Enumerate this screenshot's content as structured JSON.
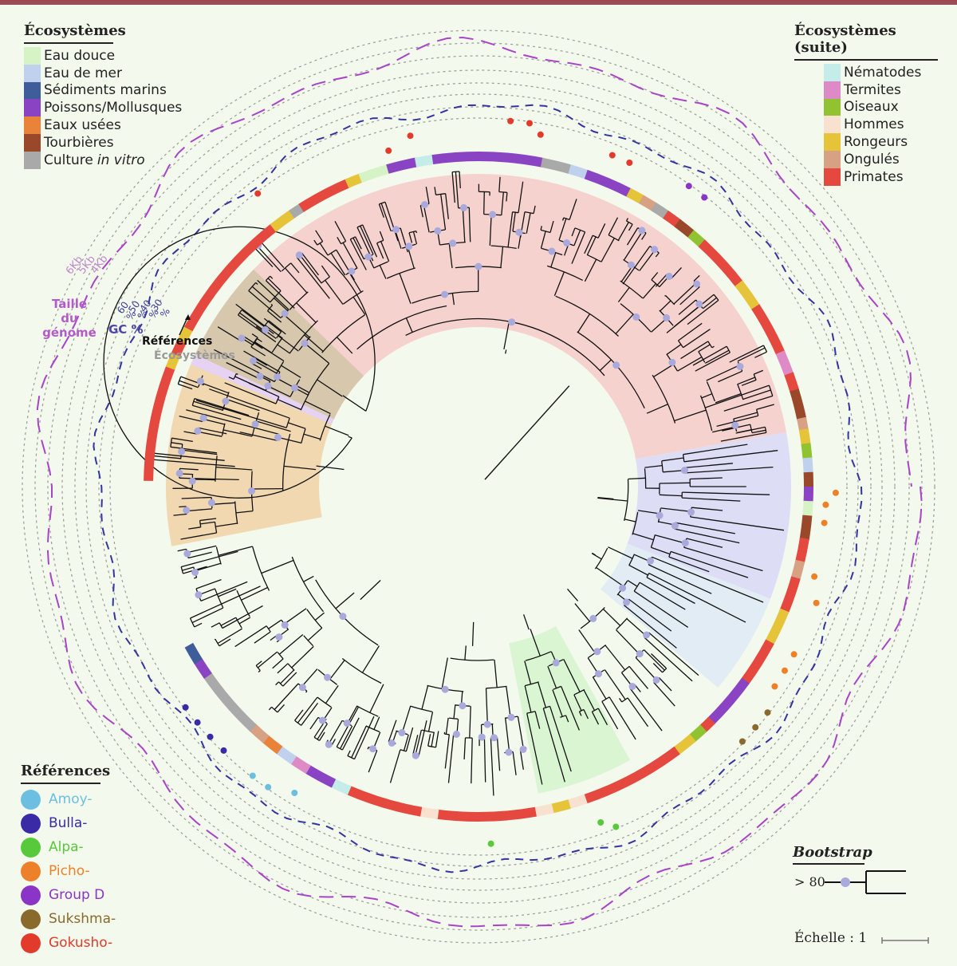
{
  "colors": {
    "background": "#f3f9ec",
    "branch": "#111111",
    "bootstrap_dot": "#a9a9dc",
    "gc_ring": "#3434a0",
    "size_ring": "#a844c8",
    "grid_ring": "#9a9a9a"
  },
  "ecosystems_legend": {
    "title": "Écosystèmes",
    "items": [
      {
        "label": "Eau douce",
        "color": "#d6f3c6"
      },
      {
        "label": "Eau de mer",
        "color": "#c0d1ee"
      },
      {
        "label": "Sédiments marins",
        "color": "#3f5c9b"
      },
      {
        "label": "Poissons/Mollusques",
        "color": "#8a43c2"
      },
      {
        "label": "Eaux usées",
        "color": "#ea833a"
      },
      {
        "label": "Tourbières",
        "color": "#99482a"
      },
      {
        "label": "Culture",
        "label_em": "in vitro",
        "color": "#a9a9a9"
      }
    ]
  },
  "ecosystems_legend_cont": {
    "title": "Écosystèmes (suite)",
    "items": [
      {
        "label": "Nématodes",
        "color": "#c4ece8"
      },
      {
        "label": "Termites",
        "color": "#dd8ac7"
      },
      {
        "label": "Oiseaux",
        "color": "#90c231"
      },
      {
        "label": "Hommes",
        "color": "#f8e1cf"
      },
      {
        "label": "Rongeurs",
        "color": "#e6c43a"
      },
      {
        "label": "Ongulés",
        "color": "#d7a183"
      },
      {
        "label": "Primates",
        "color": "#e4483e"
      }
    ]
  },
  "references_legend": {
    "title": "Références",
    "items": [
      {
        "label": "Amoy-",
        "color": "#6cbfe0"
      },
      {
        "label": "Bulla-",
        "color": "#3b2aa6"
      },
      {
        "label": "Alpa-",
        "color": "#58c93a"
      },
      {
        "label": "Picho-",
        "color": "#ed8129"
      },
      {
        "label": "Group D",
        "color": "#8a34c8"
      },
      {
        "label": "Sukshma-",
        "color": "#8a6a2c"
      },
      {
        "label": "Gokusho-",
        "color": "#e23b2c"
      }
    ]
  },
  "ring_labels": {
    "gc_title": "GC %",
    "gc_ticks": [
      "60 %",
      "50 %",
      "40 %",
      "30 %"
    ],
    "size_title_1": "Taille du",
    "size_title_2": "génome",
    "size_ticks": [
      "6Kb",
      "5Kb",
      "4Kb"
    ],
    "references": "Références",
    "ecosystems": "Écosystèmes"
  },
  "bootstrap": {
    "title": "Bootstrap",
    "threshold": "> 80"
  },
  "scale": {
    "label": "Échelle : 1"
  },
  "tree": {
    "clades": [
      {
        "name": "group-d",
        "color": "#e6d2f2",
        "start": 192,
        "end": 211
      },
      {
        "name": "gokusho",
        "color": "#f6d2cf",
        "start": 211,
        "end": 350
      },
      {
        "name": "bullavirinae",
        "color": "#ddddf5",
        "start": 350,
        "end": 381
      },
      {
        "name": "amoy",
        "color": "#e2ecf4",
        "start": 381,
        "end": 400
      },
      {
        "name": "alpa",
        "color": "#daf5d2",
        "start": 421,
        "end": 439
      },
      {
        "name": "picho",
        "color": "#f2d8b0",
        "start": 529,
        "end": 563
      },
      {
        "name": "sukshma",
        "color": "#d7c8ad",
        "start": 565,
        "end": 584
      }
    ],
    "ring_segments": [
      [
        "#e4483e",
        181,
        20
      ],
      [
        "#e6c43a",
        201,
        2.5
      ],
      [
        "#e4483e",
        203.5,
        2.5
      ],
      [
        "#e6c43a",
        206,
        2.5
      ],
      [
        "#e4483e",
        208.5,
        23
      ],
      [
        "#e6c43a",
        231.5,
        4
      ],
      [
        "#a9a9a9",
        235.5,
        2
      ],
      [
        "#e4483e",
        237.5,
        9
      ],
      [
        "#e6c43a",
        246.5,
        2.5
      ],
      [
        "#d6f3c6",
        249,
        5
      ],
      [
        "#8a43c2",
        254,
        5
      ],
      [
        "#c4ece8",
        259,
        3
      ],
      [
        "#8a43c2",
        262,
        19
      ],
      [
        "#a9a9a9",
        281,
        5
      ],
      [
        "#c0d1ee",
        286,
        3
      ],
      [
        "#8a43c2",
        289,
        8
      ],
      [
        "#e6c43a",
        297,
        2.5
      ],
      [
        "#d7a183",
        299.5,
        2.5
      ],
      [
        "#a9a9a9",
        302,
        2.5
      ],
      [
        "#e4483e",
        304.5,
        2.5
      ],
      [
        "#99482a",
        307,
        3
      ],
      [
        "#90c231",
        310,
        2.5
      ],
      [
        "#e4483e",
        312.5,
        9.5
      ],
      [
        "#e6c43a",
        322,
        5
      ],
      [
        "#e4483e",
        327,
        6
      ],
      [
        "#e4483e",
        333,
        3
      ],
      [
        "#dd8ac7",
        336,
        4
      ],
      [
        "#e4483e",
        340,
        3
      ],
      [
        "#99482a",
        343,
        5
      ],
      [
        "#d7a183",
        348,
        2
      ],
      [
        "#e6c43a",
        350,
        2.5
      ],
      [
        "#90c231",
        352.5,
        2.5
      ],
      [
        "#c0d1ee",
        355,
        2.5
      ],
      [
        "#99482a",
        357.5,
        2.5
      ],
      [
        "#8a43c2",
        360,
        2.5
      ],
      [
        "#d6f3c6",
        362.5,
        2.5
      ],
      [
        "#99482a",
        365,
        4
      ],
      [
        "#e4483e",
        369,
        4
      ],
      [
        "#d7a183",
        373,
        3
      ],
      [
        "#e4483e",
        376,
        6
      ],
      [
        "#e6c43a",
        382,
        6
      ],
      [
        "#e4483e",
        388,
        8
      ],
      [
        "#8a43c2",
        396,
        9
      ],
      [
        "#e4483e",
        405,
        2
      ],
      [
        "#90c231",
        407,
        2.5
      ],
      [
        "#e6c43a",
        409.5,
        3.5
      ],
      [
        "#e4483e",
        413,
        18
      ],
      [
        "#f8e1cf",
        431,
        3
      ],
      [
        "#e6c43a",
        434,
        3
      ],
      [
        "#f8e1cf",
        437,
        3
      ],
      [
        "#e4483e",
        440,
        17
      ],
      [
        "#f8e1cf",
        457,
        3
      ],
      [
        "#e4483e",
        460,
        13
      ],
      [
        "#c4ece8",
        473,
        3
      ],
      [
        "#8a43c2",
        476,
        5
      ],
      [
        "#dd8ac7",
        481,
        3
      ],
      [
        "#c0d1ee",
        484,
        3
      ],
      [
        "#ea833a",
        487,
        3
      ],
      [
        "#d7a183",
        490,
        3
      ],
      [
        "#a9a9a9",
        493,
        12
      ],
      [
        "#8a43c2",
        505,
        3
      ],
      [
        "#3f5c9b",
        508,
        3
      ]
    ],
    "ref_dots": [
      [
        "#6cbfe0",
        488
      ],
      [
        "#6cbfe0",
        485
      ],
      [
        "#6cbfe0",
        481
      ],
      [
        "#3b2aa6",
        503
      ],
      [
        "#3b2aa6",
        500
      ],
      [
        "#3b2aa6",
        497
      ],
      [
        "#3b2aa6",
        494
      ],
      [
        "#58c93a",
        448
      ],
      [
        "#58c93a",
        430
      ],
      [
        "#58c93a",
        428
      ],
      [
        "#ed8129",
        361
      ],
      [
        "#ed8129",
        363
      ],
      [
        "#ed8129",
        366
      ],
      [
        "#ed8129",
        375
      ],
      [
        "#ed8129",
        379
      ],
      [
        "#ed8129",
        388
      ],
      [
        "#ed8129",
        391
      ],
      [
        "#ed8129",
        394
      ],
      [
        "#8a6a2c",
        398
      ],
      [
        "#8a6a2c",
        401
      ],
      [
        "#8a6a2c",
        404
      ],
      [
        "#8a34c8",
        308
      ],
      [
        "#8a34c8",
        305
      ],
      [
        "#e23b2c",
        295
      ],
      [
        "#e23b2c",
        292
      ],
      [
        "#e23b2c",
        280
      ],
      [
        "#e23b2c",
        278
      ],
      [
        "#e23b2c",
        275
      ],
      [
        "#e23b2c",
        259
      ],
      [
        "#e23b2c",
        255
      ],
      [
        "#e23b2c",
        233
      ]
    ]
  }
}
